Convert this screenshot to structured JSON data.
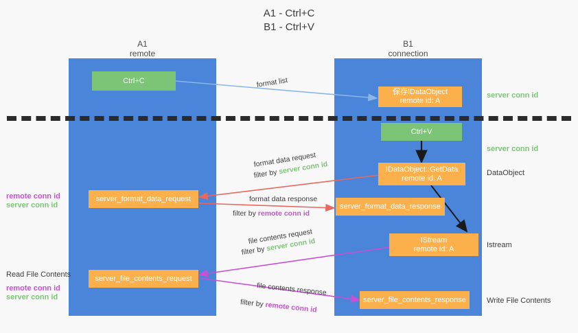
{
  "title": "A1 - Ctrl+C\nB1 - Ctrl+V",
  "columns": {
    "left": {
      "name": "A1",
      "role": "remote",
      "header": "A1\nremote"
    },
    "right": {
      "name": "B1",
      "role": "connection",
      "header": "B1\nconnection"
    }
  },
  "colors": {
    "lane_blue": "#4a85d9",
    "node_green": "#7cc576",
    "node_orange": "#fbb04c",
    "arrow_lightblue": "#8ab6e8",
    "arrow_red": "#e8685f",
    "arrow_purple": "#c94fd4",
    "arrow_black": "#1a1a1a",
    "text_green": "#7cc576",
    "text_purple": "#c94fd4",
    "background": "#f8f8f8",
    "divider": "#2b2b2b"
  },
  "nodes": {
    "ctrl_c": {
      "label": "Ctrl+C",
      "type": "green"
    },
    "save_idataobject": {
      "label": "保存IDataObject\nremote id: A",
      "type": "orange"
    },
    "ctrl_v": {
      "label": "Ctrl+V",
      "type": "green"
    },
    "idataobject_getdata": {
      "label": "IDataObject::GetData\nremote id: A",
      "type": "orange"
    },
    "server_format_data_request": {
      "label": "server_format_data_request",
      "type": "orange"
    },
    "server_format_data_response": {
      "label": "server_format_data_response",
      "type": "orange"
    },
    "istream": {
      "label": "IStream\nremote id: A",
      "type": "orange"
    },
    "server_file_contents_request": {
      "label": "server_file_contents_request",
      "type": "orange"
    },
    "server_file_contents_response": {
      "label": "server_file_contents_response",
      "type": "orange"
    }
  },
  "right_annotations": {
    "server_conn_id_top": "server conn id",
    "server_conn_id_second": "server conn id",
    "dataobject": "DataObject",
    "istream": "Istream",
    "write_file_contents": "Write File Contents"
  },
  "left_annotations": {
    "format_remote_conn_id": "remote conn id",
    "format_server_conn_id": "server conn id",
    "read_file_contents": "Read File Contents",
    "file_remote_conn_id": "remote conn id",
    "file_server_conn_id": "server conn id"
  },
  "edges": {
    "format_list": {
      "label": "format list"
    },
    "format_data_request": {
      "label": "format data request",
      "filter_prefix": "filter by ",
      "filter_value": "server conn id"
    },
    "format_data_response": {
      "label": "format data response",
      "filter_prefix": "filter by ",
      "filter_value": "remote conn id"
    },
    "file_contents_request": {
      "label": "file contents request",
      "filter_prefix": "filter by ",
      "filter_value": "server conn id"
    },
    "file_contents_response": {
      "label": "file contents response",
      "filter_prefix": "filter by ",
      "filter_value": "remote conn id"
    }
  }
}
